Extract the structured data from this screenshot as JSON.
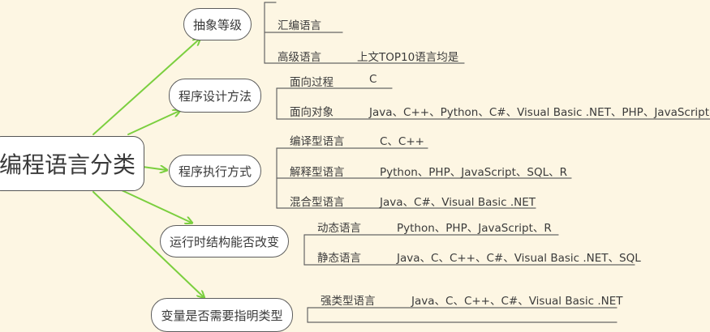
{
  "root": {
    "label": "编程语言分类"
  },
  "branches": [
    {
      "label": "抽象等级",
      "items": [
        {
          "label": "汇编语言",
          "value": ""
        },
        {
          "label": "高级语言",
          "value": "上文TOP10语言均是"
        }
      ]
    },
    {
      "label": "程序设计方法",
      "items": [
        {
          "label": "面向过程",
          "value": "C"
        },
        {
          "label": "面向对象",
          "value": "Java、C++、Python、C#、Visual Basic .NET、PHP、JavaScript、R"
        }
      ]
    },
    {
      "label": "程序执行方式",
      "items": [
        {
          "label": "编译型语言",
          "value": "C、C++"
        },
        {
          "label": "解释型语言",
          "value": "Python、PHP、JavaScript、SQL、R"
        },
        {
          "label": "混合型语言",
          "value": "Java、C#、Visual Basic .NET"
        }
      ]
    },
    {
      "label": "运行时结构能否改变",
      "items": [
        {
          "label": "动态语言",
          "value": "Python、PHP、JavaScript、R"
        },
        {
          "label": "静态语言",
          "value": "Java、C、C++、C#、Visual Basic .NET、SQL"
        }
      ]
    },
    {
      "label": "变量是否需要指明类型",
      "items": [
        {
          "label": "强类型语言",
          "value": "Java、C、C++、C#、Visual Basic .NET"
        }
      ]
    }
  ],
  "colors": {
    "background": "#fdf6e3",
    "arrow": "#7bcf3f",
    "line": "#666666"
  }
}
